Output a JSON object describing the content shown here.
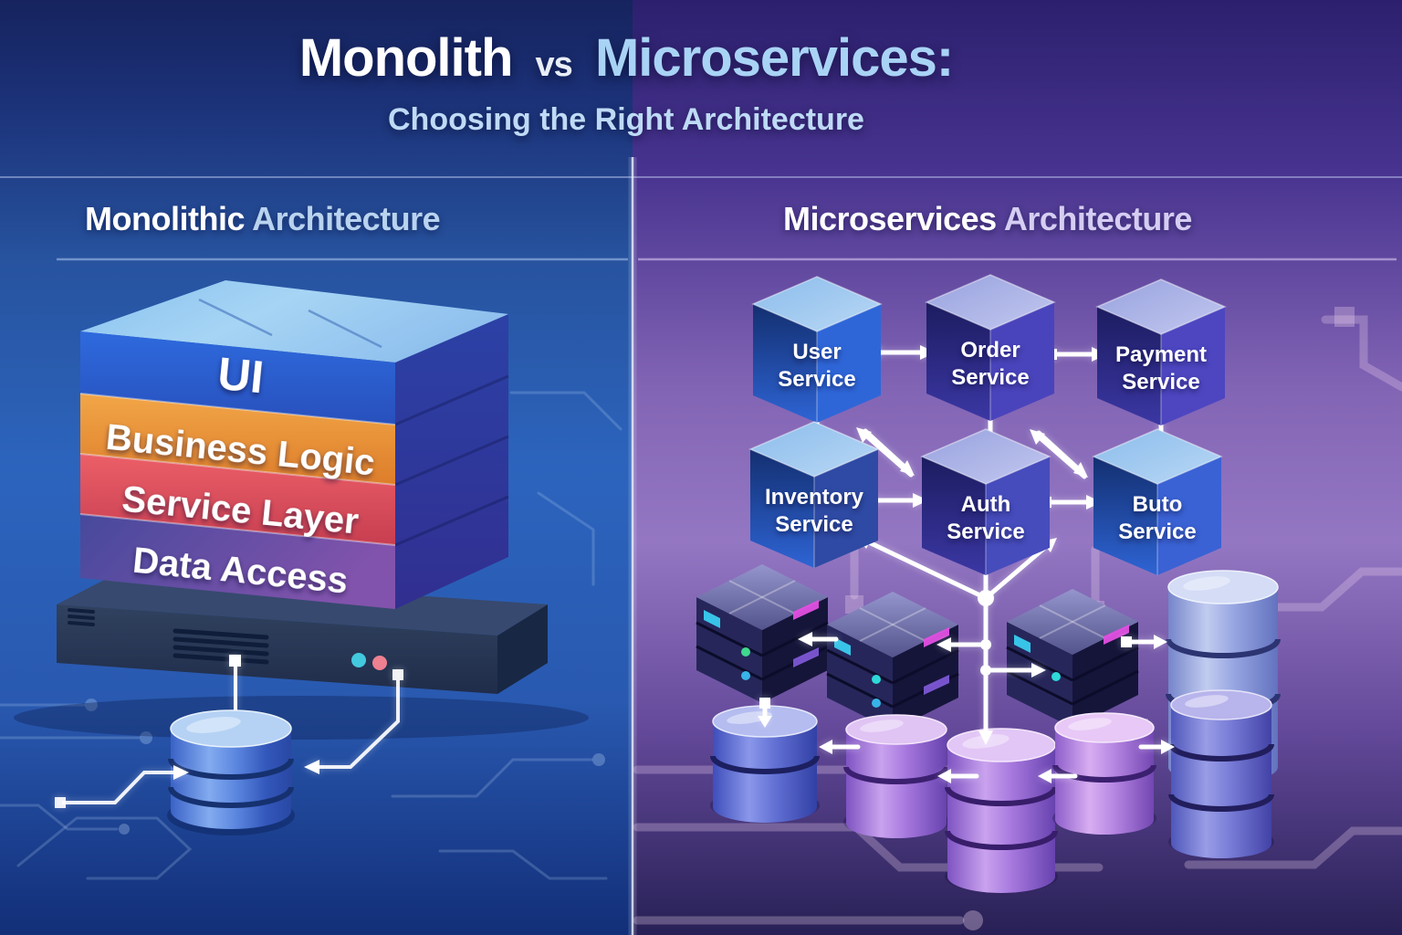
{
  "header": {
    "title": {
      "monolith": "Monolith",
      "vs": "vs",
      "microservices": "Microservices:"
    },
    "subtitle": "Choosing the Right Architecture"
  },
  "left_panel": {
    "heading": {
      "primary": "Monolithic",
      "secondary": "Architecture"
    },
    "monolith_layers": [
      {
        "label": "UI",
        "color": "#2b62d4"
      },
      {
        "label": "Business Logic",
        "color": "#e8913a"
      },
      {
        "label": "Service Layer",
        "color": "#dd4d5a"
      },
      {
        "label": "Data Access",
        "color": "#6b4fa6"
      }
    ],
    "icons": [
      "server-chassis-icon",
      "database-icon",
      "circuit-trace-icon"
    ],
    "status_leds": [
      "#43c9de",
      "#ee8090"
    ]
  },
  "right_panel": {
    "heading": {
      "primary": "Microservices",
      "secondary": "Architecture"
    },
    "services": [
      {
        "line1": "User",
        "line2": "Service"
      },
      {
        "line1": "Order",
        "line2": "Service"
      },
      {
        "line1": "Payment",
        "line2": "Service"
      },
      {
        "line1": "Inventory",
        "line2": "Service"
      },
      {
        "line1": "Auth",
        "line2": "Service"
      },
      {
        "line1": "Buto",
        "line2": "Service"
      }
    ],
    "icons": [
      "service-cube-icon",
      "server-rack-icon",
      "database-icon",
      "circuit-trace-icon"
    ]
  },
  "colors": {
    "left_bg_mid": "#2c64bd",
    "right_bg_mid": "#8a68b4",
    "title_accent": "#a9d3f5",
    "arrow": "#ffffff",
    "rack_led_teal": "#2ed8d8",
    "rack_led_green": "#3fd88f",
    "rack_strip_magenta": "#e24fe2"
  }
}
